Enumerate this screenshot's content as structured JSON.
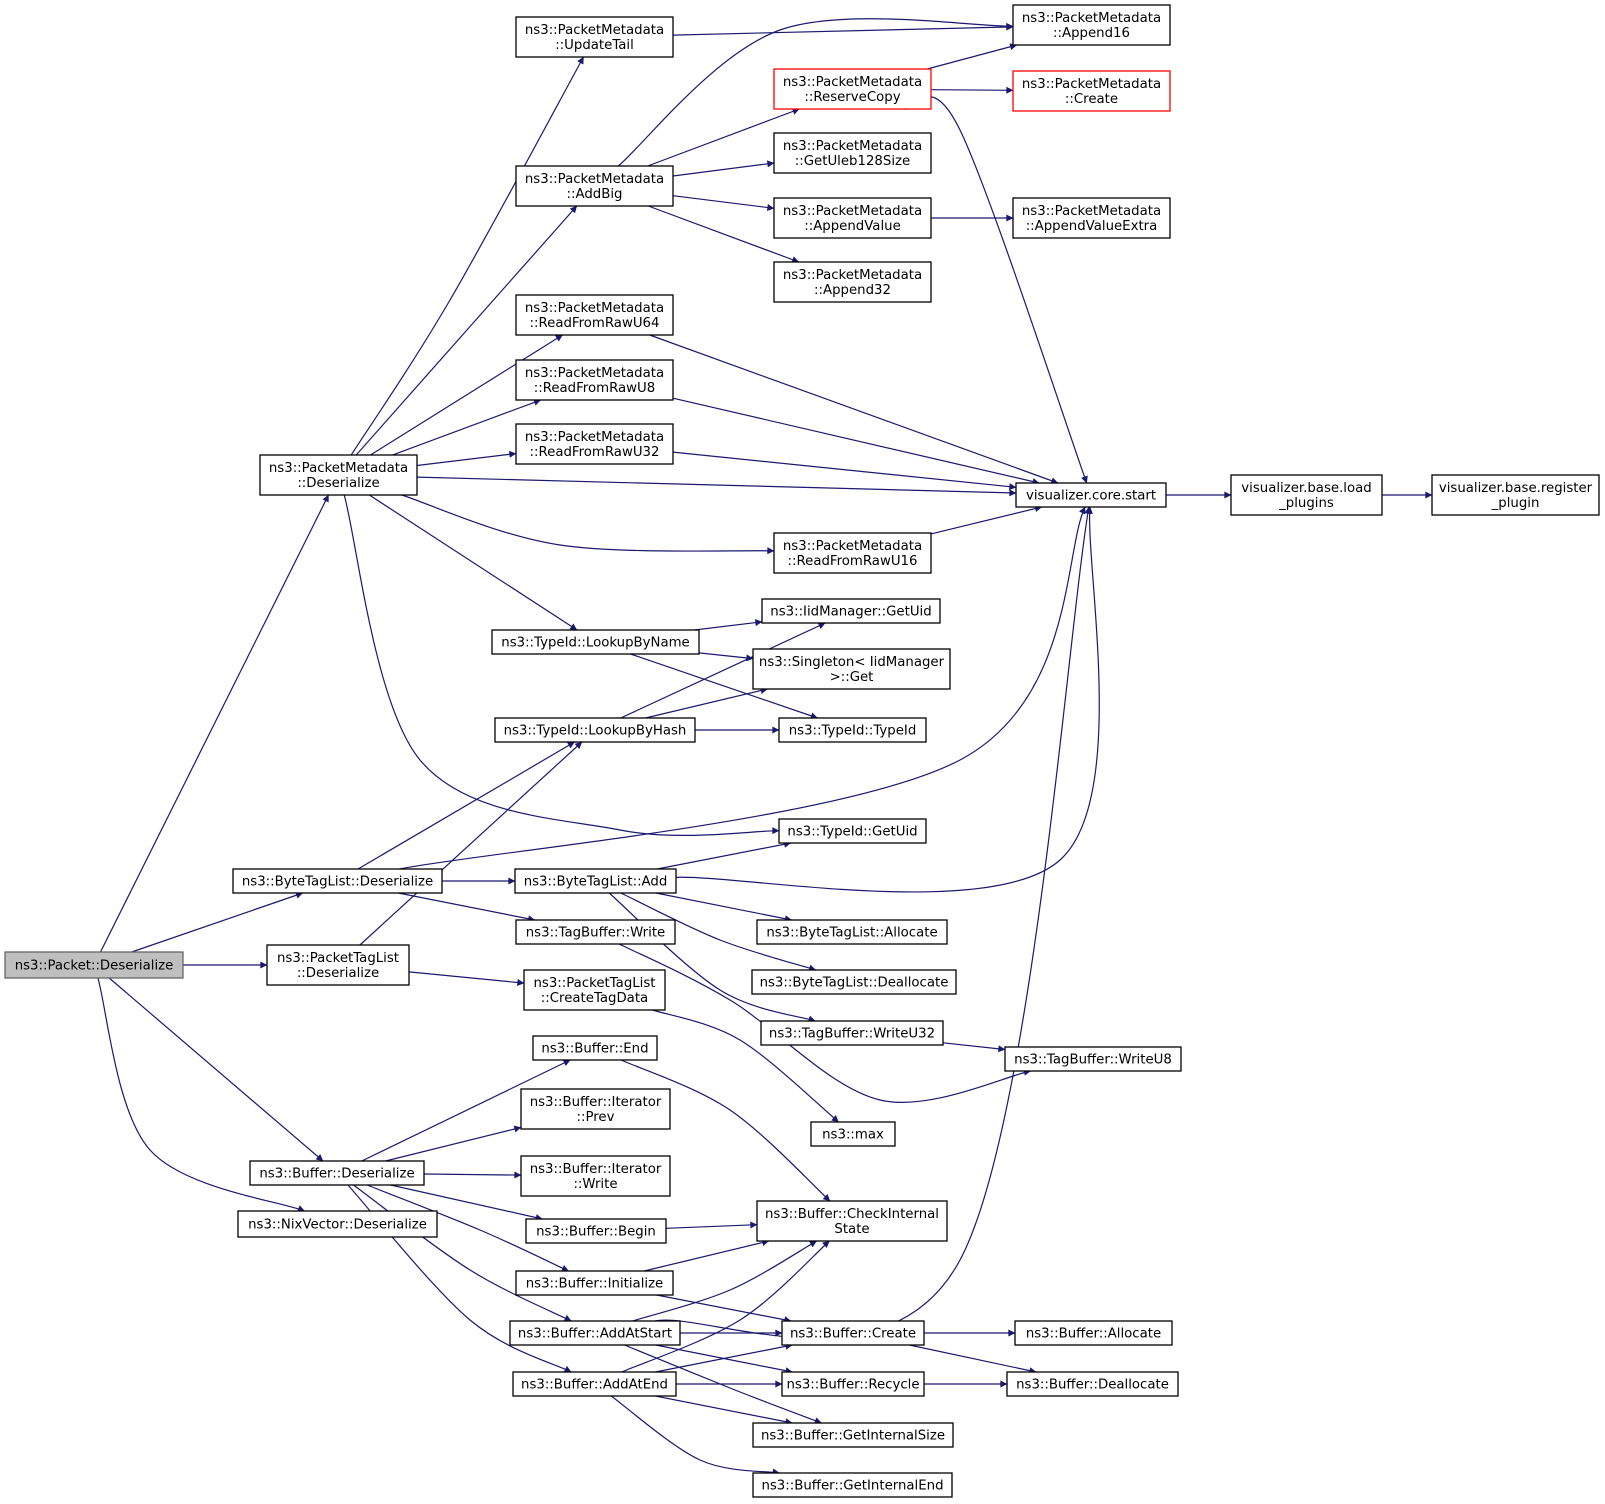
{
  "colors": {
    "edge": "#191970",
    "root_fill": "#bfbfbf",
    "highlight_border": "#ff0000"
  },
  "nodes": [
    {
      "id": "n_pkt_deser",
      "lines": [
        "ns3::Packet::Deserialize"
      ],
      "style": "root"
    },
    {
      "id": "n_pm_deser",
      "lines": [
        "ns3::PacketMetadata",
        "::Deserialize"
      ]
    },
    {
      "id": "n_btl_deser",
      "lines": [
        "ns3::ByteTagList::Deserialize"
      ]
    },
    {
      "id": "n_ptl_deser",
      "lines": [
        "ns3::PacketTagList",
        "::Deserialize"
      ]
    },
    {
      "id": "n_buf_deser",
      "lines": [
        "ns3::Buffer::Deserialize"
      ]
    },
    {
      "id": "n_nix_deser",
      "lines": [
        "ns3::NixVector::Deserialize"
      ]
    },
    {
      "id": "n_pm_updatetail",
      "lines": [
        "ns3::PacketMetadata",
        "::UpdateTail"
      ]
    },
    {
      "id": "n_pm_addbig",
      "lines": [
        "ns3::PacketMetadata",
        "::AddBig"
      ]
    },
    {
      "id": "n_pm_rru64",
      "lines": [
        "ns3::PacketMetadata",
        "::ReadFromRawU64"
      ]
    },
    {
      "id": "n_pm_rru8",
      "lines": [
        "ns3::PacketMetadata",
        "::ReadFromRawU8"
      ]
    },
    {
      "id": "n_pm_rru32",
      "lines": [
        "ns3::PacketMetadata",
        "::ReadFromRawU32"
      ]
    },
    {
      "id": "n_tid_lbn",
      "lines": [
        "ns3::TypeId::LookupByName"
      ]
    },
    {
      "id": "n_tid_lbh",
      "lines": [
        "ns3::TypeId::LookupByHash"
      ]
    },
    {
      "id": "n_btl_add",
      "lines": [
        "ns3::ByteTagList::Add"
      ]
    },
    {
      "id": "n_tb_write",
      "lines": [
        "ns3::TagBuffer::Write"
      ]
    },
    {
      "id": "n_ptl_ctd",
      "lines": [
        "ns3::PacketTagList",
        "::CreateTagData"
      ]
    },
    {
      "id": "n_buf_end",
      "lines": [
        "ns3::Buffer::End"
      ]
    },
    {
      "id": "n_bit_prev",
      "lines": [
        "ns3::Buffer::Iterator",
        "::Prev"
      ]
    },
    {
      "id": "n_bit_write",
      "lines": [
        "ns3::Buffer::Iterator",
        "::Write"
      ]
    },
    {
      "id": "n_buf_begin",
      "lines": [
        "ns3::Buffer::Begin"
      ]
    },
    {
      "id": "n_buf_init",
      "lines": [
        "ns3::Buffer::Initialize"
      ]
    },
    {
      "id": "n_buf_addstart",
      "lines": [
        "ns3::Buffer::AddAtStart"
      ]
    },
    {
      "id": "n_buf_addend",
      "lines": [
        "ns3::Buffer::AddAtEnd"
      ]
    },
    {
      "id": "n_pm_resvcopy",
      "lines": [
        "ns3::PacketMetadata",
        "::ReserveCopy"
      ],
      "style": "red"
    },
    {
      "id": "n_pm_getuleb",
      "lines": [
        "ns3::PacketMetadata",
        "::GetUleb128Size"
      ]
    },
    {
      "id": "n_pm_appval",
      "lines": [
        "ns3::PacketMetadata",
        "::AppendValue"
      ]
    },
    {
      "id": "n_pm_app32",
      "lines": [
        "ns3::PacketMetadata",
        "::Append32"
      ]
    },
    {
      "id": "n_pm_rru16",
      "lines": [
        "ns3::PacketMetadata",
        "::ReadFromRawU16"
      ]
    },
    {
      "id": "n_iid_getuid",
      "lines": [
        "ns3::IidManager::GetUid"
      ]
    },
    {
      "id": "n_singleton_get",
      "lines": [
        "ns3::Singleton< IidManager",
        ">::Get"
      ]
    },
    {
      "id": "n_tid_typeid",
      "lines": [
        "ns3::TypeId::TypeId"
      ]
    },
    {
      "id": "n_tid_getuid",
      "lines": [
        "ns3::TypeId::GetUid"
      ]
    },
    {
      "id": "n_btl_alloc",
      "lines": [
        "ns3::ByteTagList::Allocate"
      ]
    },
    {
      "id": "n_btl_dealloc",
      "lines": [
        "ns3::ByteTagList::Deallocate"
      ]
    },
    {
      "id": "n_tb_wu32",
      "lines": [
        "ns3::TagBuffer::WriteU32"
      ]
    },
    {
      "id": "n_max",
      "lines": [
        "ns3::max"
      ]
    },
    {
      "id": "n_buf_check",
      "lines": [
        "ns3::Buffer::CheckInternal",
        "State"
      ]
    },
    {
      "id": "n_buf_create",
      "lines": [
        "ns3::Buffer::Create"
      ]
    },
    {
      "id": "n_buf_recycle",
      "lines": [
        "ns3::Buffer::Recycle"
      ]
    },
    {
      "id": "n_buf_gis",
      "lines": [
        "ns3::Buffer::GetInternalSize"
      ]
    },
    {
      "id": "n_buf_gie",
      "lines": [
        "ns3::Buffer::GetInternalEnd"
      ]
    },
    {
      "id": "n_pm_app16",
      "lines": [
        "ns3::PacketMetadata",
        "::Append16"
      ]
    },
    {
      "id": "n_pm_create",
      "lines": [
        "ns3::PacketMetadata",
        "::Create"
      ],
      "style": "red"
    },
    {
      "id": "n_pm_appvalx",
      "lines": [
        "ns3::PacketMetadata",
        "::AppendValueExtra"
      ]
    },
    {
      "id": "n_vis_start",
      "lines": [
        "visualizer.core.start"
      ]
    },
    {
      "id": "n_tb_wu8",
      "lines": [
        "ns3::TagBuffer::WriteU8"
      ]
    },
    {
      "id": "n_buf_allocate",
      "lines": [
        "ns3::Buffer::Allocate"
      ]
    },
    {
      "id": "n_buf_deallocate",
      "lines": [
        "ns3::Buffer::Deallocate"
      ]
    },
    {
      "id": "n_vis_load",
      "lines": [
        "visualizer.base.load",
        "_plugins"
      ]
    },
    {
      "id": "n_vis_register",
      "lines": [
        "visualizer.base.register",
        "_plugin"
      ]
    }
  ],
  "edges": [
    {
      "from": "n_pkt_deser",
      "to": "n_pm_deser"
    },
    {
      "from": "n_pkt_deser",
      "to": "n_btl_deser"
    },
    {
      "from": "n_pkt_deser",
      "to": "n_ptl_deser"
    },
    {
      "from": "n_pkt_deser",
      "to": "n_buf_deser"
    },
    {
      "from": "n_pkt_deser",
      "to": "n_nix_deser"
    },
    {
      "from": "n_pm_deser",
      "to": "n_pm_updatetail"
    },
    {
      "from": "n_pm_deser",
      "to": "n_pm_addbig"
    },
    {
      "from": "n_pm_deser",
      "to": "n_pm_rru64"
    },
    {
      "from": "n_pm_deser",
      "to": "n_pm_rru8"
    },
    {
      "from": "n_pm_deser",
      "to": "n_pm_rru32"
    },
    {
      "from": "n_pm_deser",
      "to": "n_vis_start"
    },
    {
      "from": "n_pm_deser",
      "to": "n_pm_rru16"
    },
    {
      "from": "n_pm_deser",
      "to": "n_tid_lbn"
    },
    {
      "from": "n_pm_deser",
      "to": "n_tid_getuid"
    },
    {
      "from": "n_pm_updatetail",
      "to": "n_pm_app16"
    },
    {
      "from": "n_pm_addbig",
      "to": "n_pm_app16"
    },
    {
      "from": "n_pm_addbig",
      "to": "n_pm_resvcopy"
    },
    {
      "from": "n_pm_addbig",
      "to": "n_pm_getuleb"
    },
    {
      "from": "n_pm_addbig",
      "to": "n_pm_appval"
    },
    {
      "from": "n_pm_addbig",
      "to": "n_pm_app32"
    },
    {
      "from": "n_pm_resvcopy",
      "to": "n_pm_app16"
    },
    {
      "from": "n_pm_resvcopy",
      "to": "n_pm_create"
    },
    {
      "from": "n_pm_resvcopy",
      "to": "n_vis_start"
    },
    {
      "from": "n_pm_appval",
      "to": "n_pm_appvalx"
    },
    {
      "from": "n_pm_rru64",
      "to": "n_vis_start"
    },
    {
      "from": "n_pm_rru8",
      "to": "n_vis_start"
    },
    {
      "from": "n_pm_rru32",
      "to": "n_vis_start"
    },
    {
      "from": "n_pm_rru16",
      "to": "n_vis_start"
    },
    {
      "from": "n_vis_start",
      "to": "n_vis_load"
    },
    {
      "from": "n_vis_load",
      "to": "n_vis_register"
    },
    {
      "from": "n_tid_lbn",
      "to": "n_iid_getuid"
    },
    {
      "from": "n_tid_lbn",
      "to": "n_singleton_get"
    },
    {
      "from": "n_tid_lbn",
      "to": "n_tid_typeid"
    },
    {
      "from": "n_tid_lbh",
      "to": "n_iid_getuid"
    },
    {
      "from": "n_tid_lbh",
      "to": "n_singleton_get"
    },
    {
      "from": "n_tid_lbh",
      "to": "n_tid_typeid"
    },
    {
      "from": "n_btl_deser",
      "to": "n_tid_lbh"
    },
    {
      "from": "n_btl_deser",
      "to": "n_vis_start"
    },
    {
      "from": "n_btl_deser",
      "to": "n_btl_add"
    },
    {
      "from": "n_btl_deser",
      "to": "n_tb_write"
    },
    {
      "from": "n_ptl_deser",
      "to": "n_tid_lbh"
    },
    {
      "from": "n_ptl_deser",
      "to": "n_ptl_ctd"
    },
    {
      "from": "n_btl_add",
      "to": "n_tid_getuid"
    },
    {
      "from": "n_btl_add",
      "to": "n_vis_start"
    },
    {
      "from": "n_btl_add",
      "to": "n_btl_alloc"
    },
    {
      "from": "n_btl_add",
      "to": "n_btl_dealloc"
    },
    {
      "from": "n_btl_add",
      "to": "n_tb_wu32"
    },
    {
      "from": "n_tb_write",
      "to": "n_tb_wu8"
    },
    {
      "from": "n_tb_wu32",
      "to": "n_tb_wu8"
    },
    {
      "from": "n_ptl_ctd",
      "to": "n_max"
    },
    {
      "from": "n_buf_deser",
      "to": "n_buf_end"
    },
    {
      "from": "n_buf_deser",
      "to": "n_bit_prev"
    },
    {
      "from": "n_buf_deser",
      "to": "n_bit_write"
    },
    {
      "from": "n_buf_deser",
      "to": "n_buf_begin"
    },
    {
      "from": "n_buf_deser",
      "to": "n_buf_init"
    },
    {
      "from": "n_buf_deser",
      "to": "n_buf_addstart"
    },
    {
      "from": "n_buf_deser",
      "to": "n_buf_addend"
    },
    {
      "from": "n_buf_end",
      "to": "n_buf_check"
    },
    {
      "from": "n_buf_begin",
      "to": "n_buf_check"
    },
    {
      "from": "n_buf_init",
      "to": "n_buf_check"
    },
    {
      "from": "n_buf_init",
      "to": "n_buf_create"
    },
    {
      "from": "n_buf_addstart",
      "to": "n_buf_check"
    },
    {
      "from": "n_buf_addstart",
      "to": "n_vis_start"
    },
    {
      "from": "n_buf_addstart",
      "to": "n_buf_create"
    },
    {
      "from": "n_buf_addstart",
      "to": "n_buf_recycle"
    },
    {
      "from": "n_buf_addstart",
      "to": "n_buf_gis"
    },
    {
      "from": "n_buf_addend",
      "to": "n_buf_check"
    },
    {
      "from": "n_buf_addend",
      "to": "n_buf_create"
    },
    {
      "from": "n_buf_addend",
      "to": "n_buf_recycle"
    },
    {
      "from": "n_buf_addend",
      "to": "n_buf_gis"
    },
    {
      "from": "n_buf_addend",
      "to": "n_buf_gie"
    },
    {
      "from": "n_buf_create",
      "to": "n_buf_allocate"
    },
    {
      "from": "n_buf_create",
      "to": "n_buf_deallocate"
    },
    {
      "from": "n_buf_recycle",
      "to": "n_buf_deallocate"
    }
  ]
}
